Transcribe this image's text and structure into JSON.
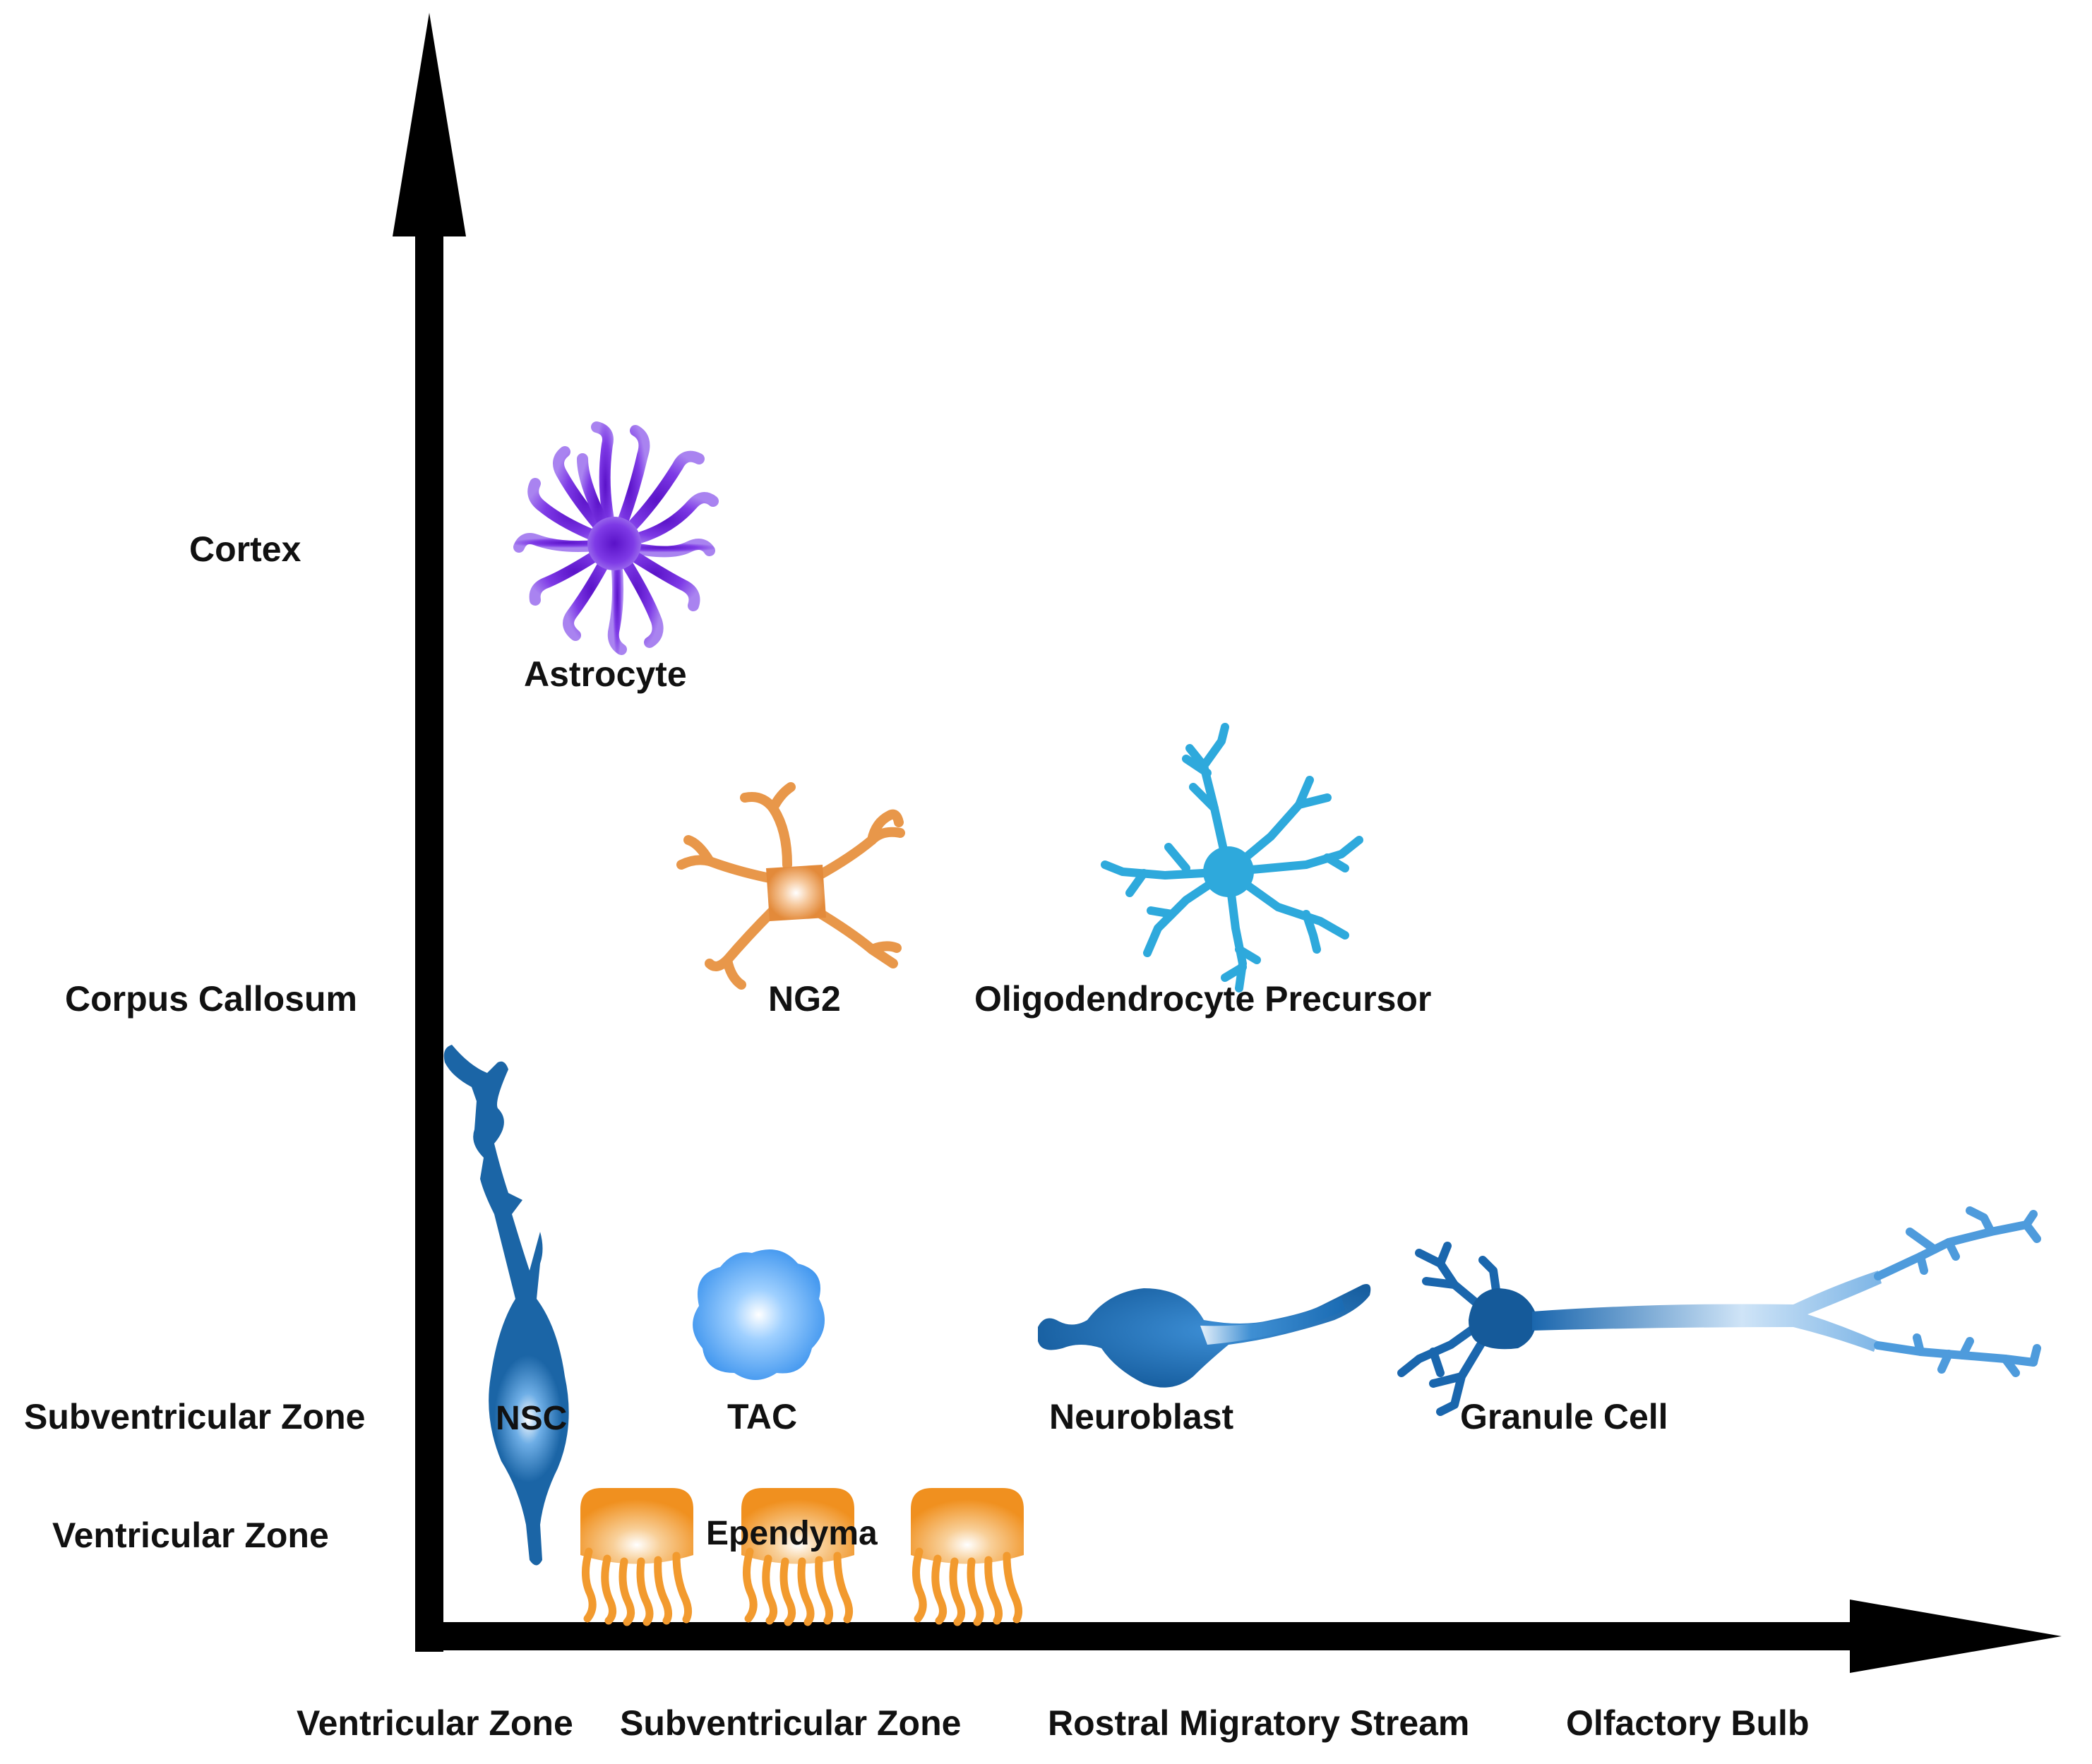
{
  "y_axis_labels": {
    "cortex": "Cortex",
    "corpus_callosum": "Corpus Callosum",
    "subventricular_zone": "Subventricular Zone",
    "ventricular_zone": "Ventricular Zone"
  },
  "x_axis_labels": {
    "ventricular_zone": "Ventricular Zone",
    "subventricular_zone": "Subventricular Zone",
    "rostral_migratory_stream": "Rostral Migratory Stream",
    "olfactory_bulb": "Olfactory Bulb"
  },
  "cells": {
    "astrocyte": "Astrocyte",
    "ng2": "NG2",
    "opc": "Oligodendrocyte Precursor",
    "nsc": "NSC",
    "tac": "TAC",
    "neuroblast": "Neuroblast",
    "granule": "Granule Cell",
    "ependyma": "Ependyma"
  },
  "colors": {
    "axis": "#000000",
    "astrocyte": "#7a2be0",
    "ng2": "#e8974a",
    "opc": "#2ea9dc",
    "nsc": "#1b65a6",
    "tac": "#4aa3f0",
    "neuroblast": "#1a6bb3",
    "granule": "#1a66ad",
    "ependyma": "#f29a2e"
  }
}
